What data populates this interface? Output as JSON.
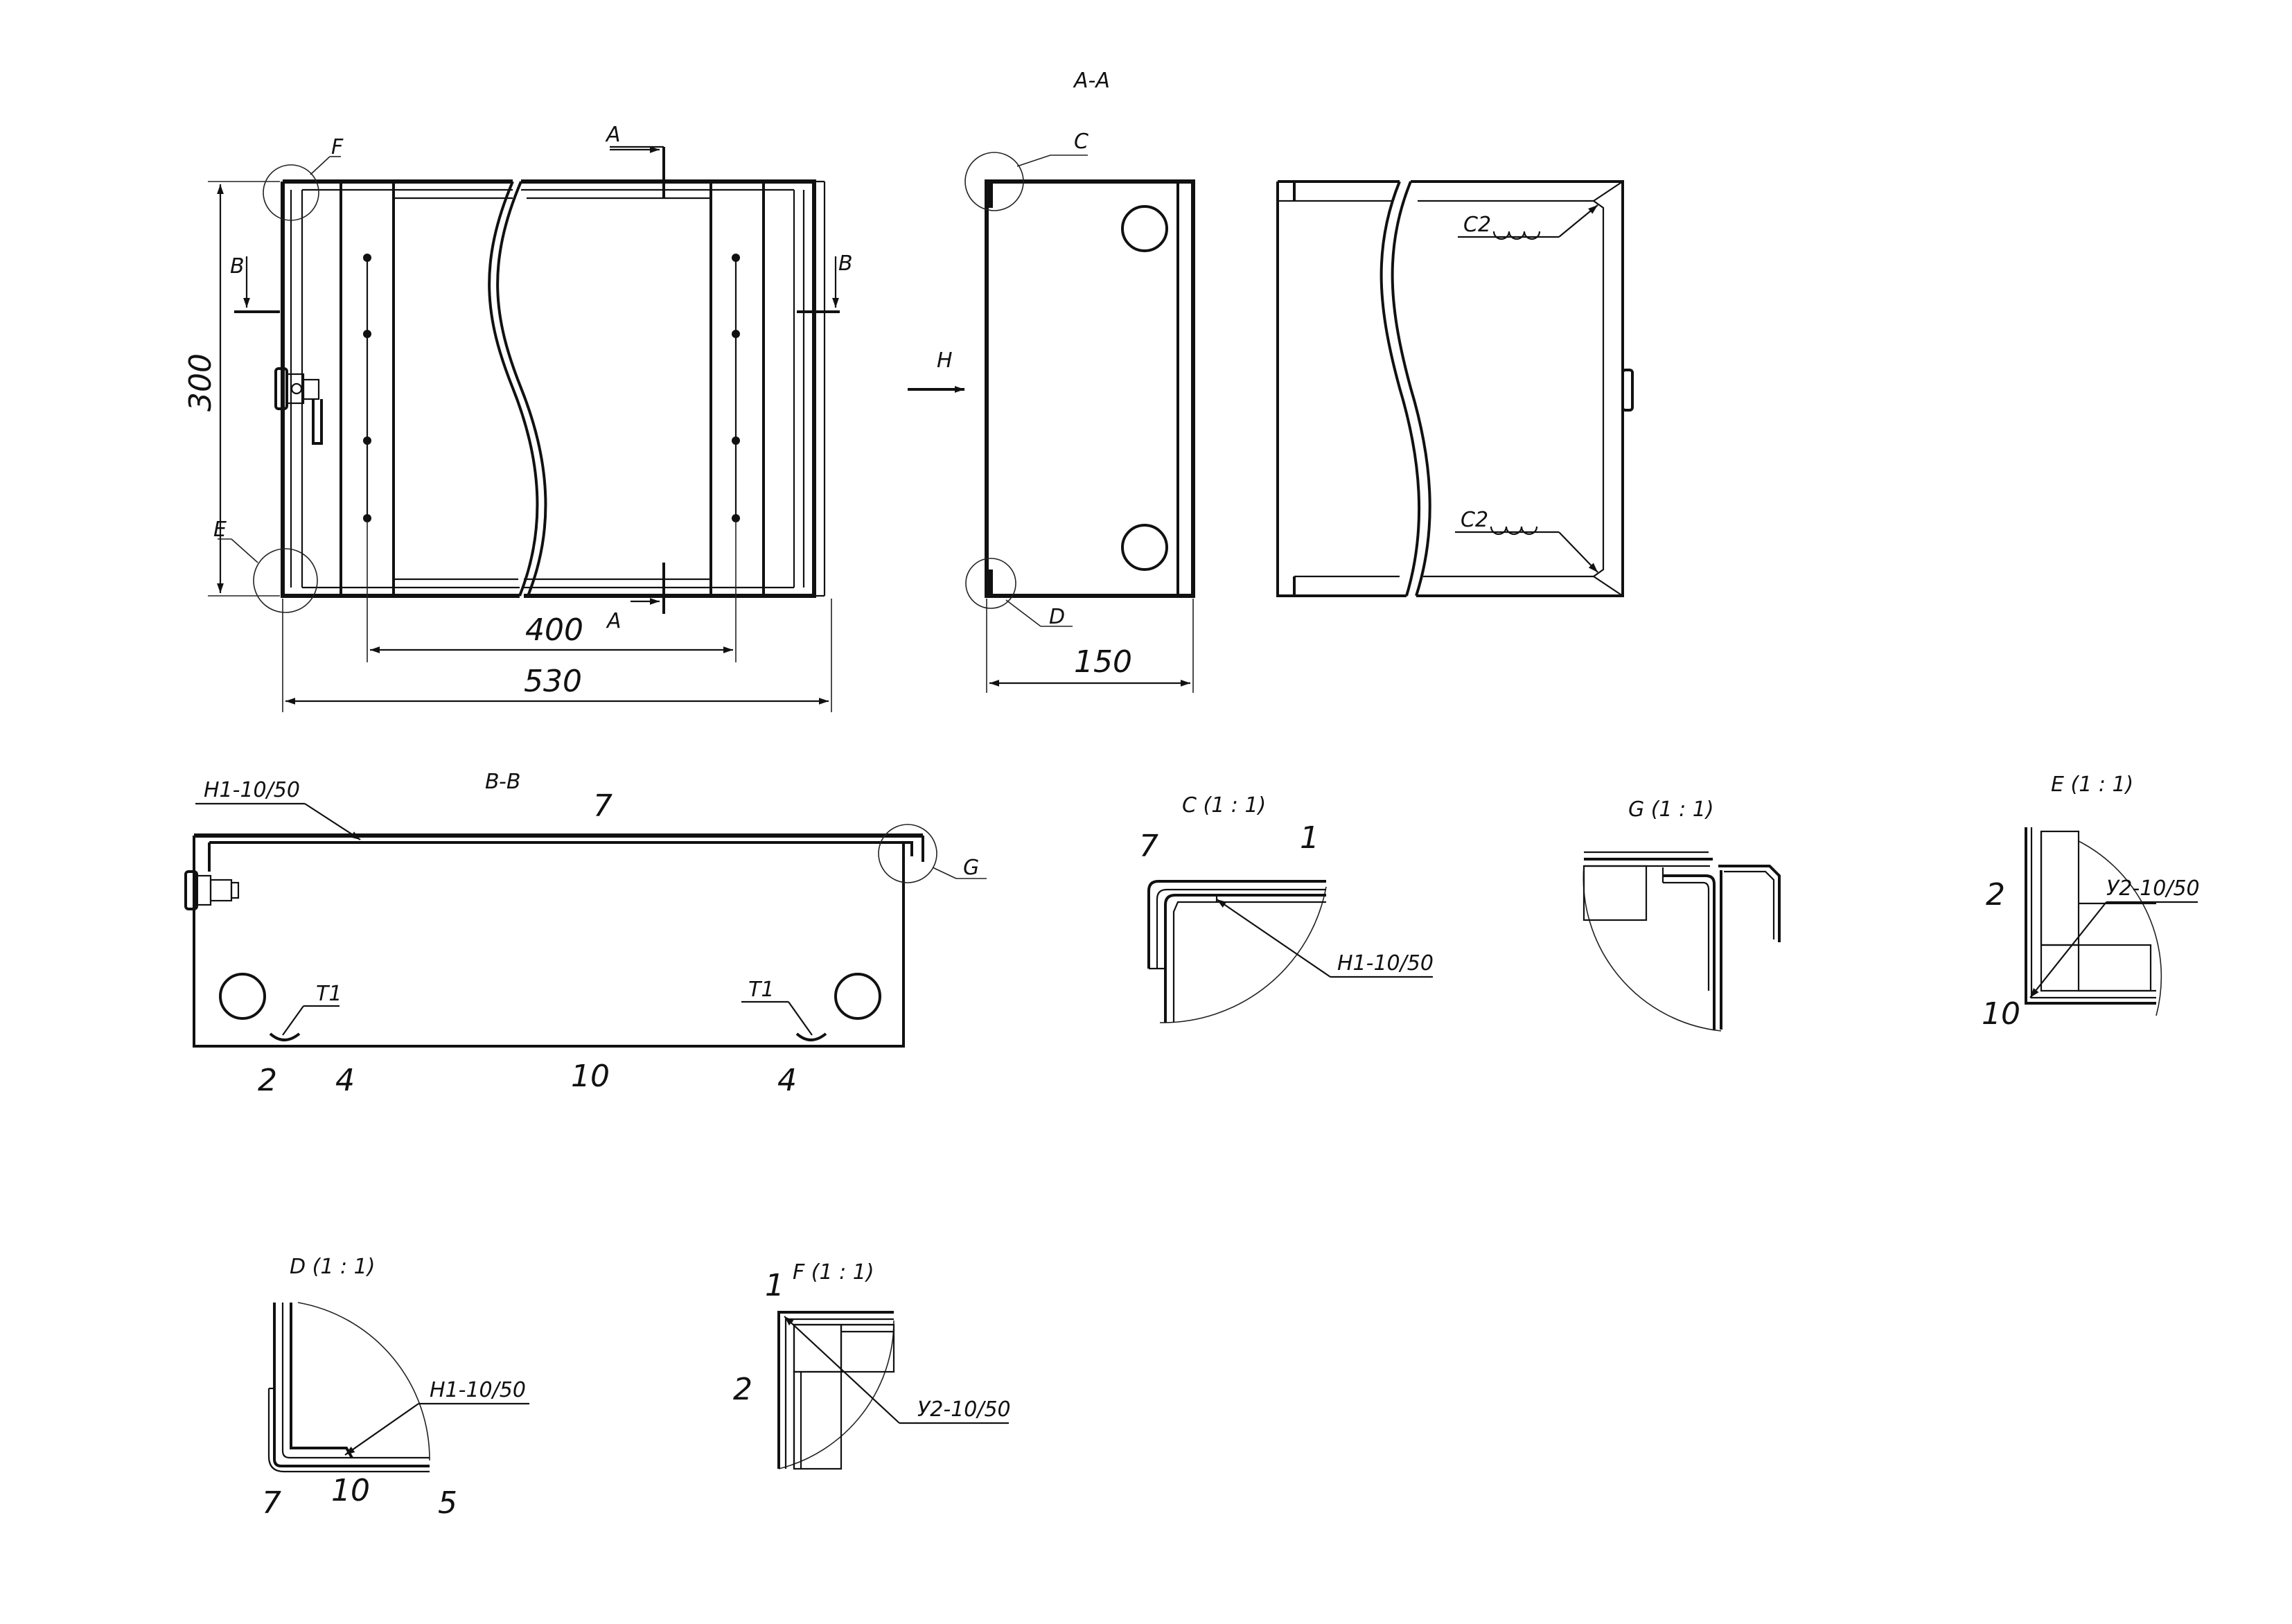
{
  "sections": {
    "aa": "A-A",
    "bb": "B-B",
    "cut_a": "A",
    "cut_b": "B",
    "view_h": "H"
  },
  "callouts": {
    "c": "C",
    "d": "D",
    "e": "E",
    "f": "F",
    "g": "G"
  },
  "dimensions": {
    "height": "300",
    "inner_width": "400",
    "outer_width": "530",
    "depth": "150"
  },
  "welds": {
    "c2_top": "C2",
    "c2_bottom": "C2",
    "h1": "H1-10/50",
    "t1_left": "T1",
    "t1_right": "T1",
    "y2": "У2-10/50"
  },
  "detail_titles": {
    "c": "C (1 : 1)",
    "g": "G (1 : 1)",
    "e": "E (1 : 1)",
    "d": "D (1 : 1)",
    "f": "F (1 : 1)"
  },
  "part_numbers": {
    "n1": "1",
    "n2": "2",
    "n4": "4",
    "n5": "5",
    "n7": "7",
    "n10": "10"
  }
}
